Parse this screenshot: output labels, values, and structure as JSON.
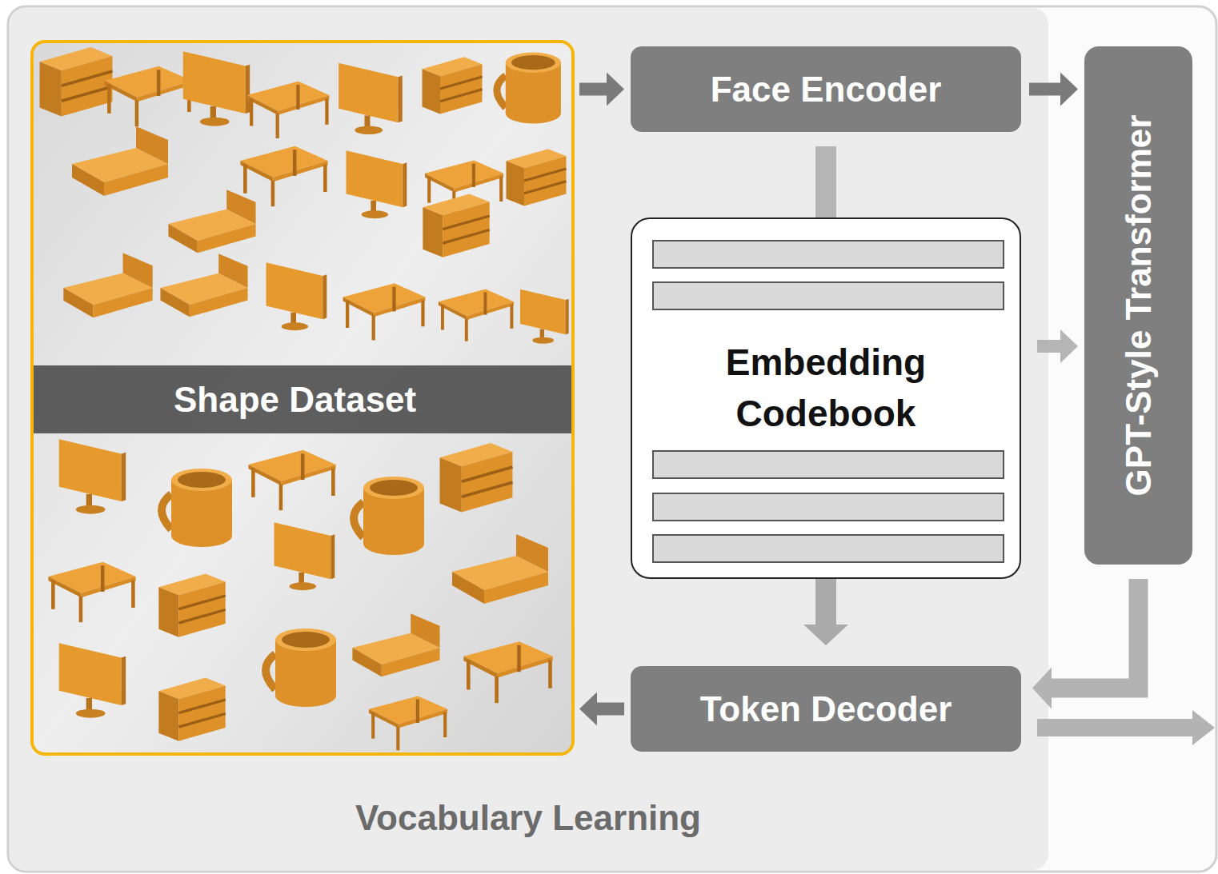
{
  "diagram": {
    "nodes": [
      {
        "text": [
          "Vocabulary Learning"
        ]
      },
      {
        "text": [
          "Shape Dataset"
        ],
        "in": 0
      },
      {
        "text": [
          "Face Encoder"
        ],
        "in": 0
      },
      {
        "text": [
          "Embedding Codebook"
        ],
        "in": 0
      },
      {
        "text": [
          "Token Decoder"
        ],
        "in": 0
      },
      {
        "text": [
          "GPT-Style Transformer"
        ]
      }
    ],
    "edges": [
      {
        "from": 1,
        "to": 2,
        "arrow": "to"
      },
      {
        "from": 2,
        "to": 5,
        "arrow": "to"
      },
      {
        "from": 2,
        "to": 3,
        "arrow": "none"
      },
      {
        "from": 3,
        "to": 4,
        "arrow": "to"
      },
      {
        "from": 3,
        "to": 5,
        "arrow": "to"
      },
      {
        "from": 5,
        "to": 4,
        "arrow": "to"
      },
      {
        "from": 4,
        "to": 1,
        "arrow": "to"
      }
    ]
  }
}
